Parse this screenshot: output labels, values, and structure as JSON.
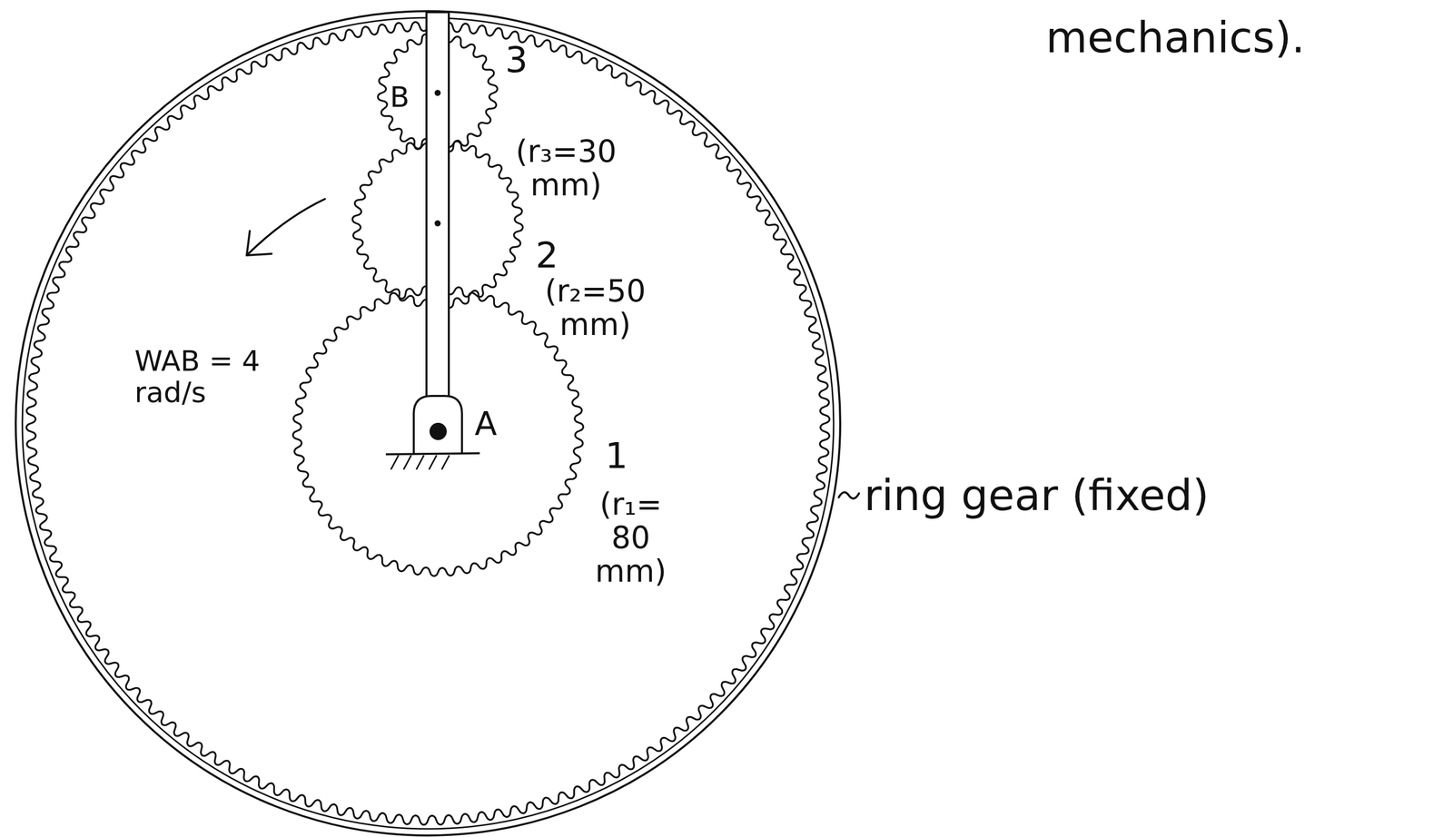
{
  "diagram": {
    "labels": [
      "mechanics).",
      "B",
      "3",
      "(r₃=30 mm)",
      "WAB = 4 rad/s",
      "2",
      "(r₂=50 mm)",
      "A",
      "1",
      "(r₁= 80 mm)",
      "ring gear (fixed)"
    ]
  }
}
